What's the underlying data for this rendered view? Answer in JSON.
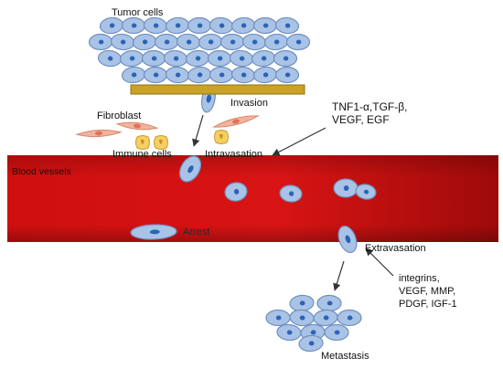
{
  "labels": {
    "tumor_cells": "Tumor cells",
    "invasion": "Invasion",
    "fibroblast": "Fibroblast",
    "immune_cells": "Immune cells",
    "intravasation": "Intravasation",
    "blood_vessels": "Blood vessels",
    "arrest": "Arrest",
    "extravasation": "Extravasation",
    "metastasis": "Metastasis"
  },
  "factors": {
    "intravasation_factors": "TNF1-α,TGF-β,\nVEGF, EGF",
    "extravasation_factors": "integrins,\nVEGF, MMP,\nPDGF, IGF-1"
  },
  "colors": {
    "cell_fill": "#a9c3e6",
    "cell_stroke": "#6f8fc0",
    "nucleus": "#2d63b5",
    "vessel": "#d81414",
    "vessel_dark": "#9e0a0a",
    "membrane": "#c9a227",
    "fibroblast": "#f2b49c",
    "immune": "#f5cf63",
    "arrow": "#333333"
  }
}
